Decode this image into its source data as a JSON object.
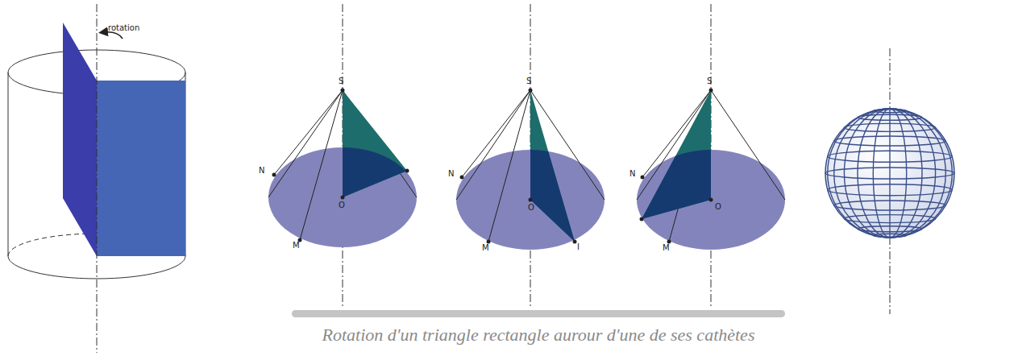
{
  "diagram": {
    "caption": "Rotation d'un triangle rectangle aurour d'une de ses cathètes",
    "labels": [
      "rotation",
      "S",
      "N",
      "M",
      "O",
      "S",
      "N",
      "M",
      "O",
      "I",
      "S",
      "N",
      "M",
      "O"
    ]
  }
}
